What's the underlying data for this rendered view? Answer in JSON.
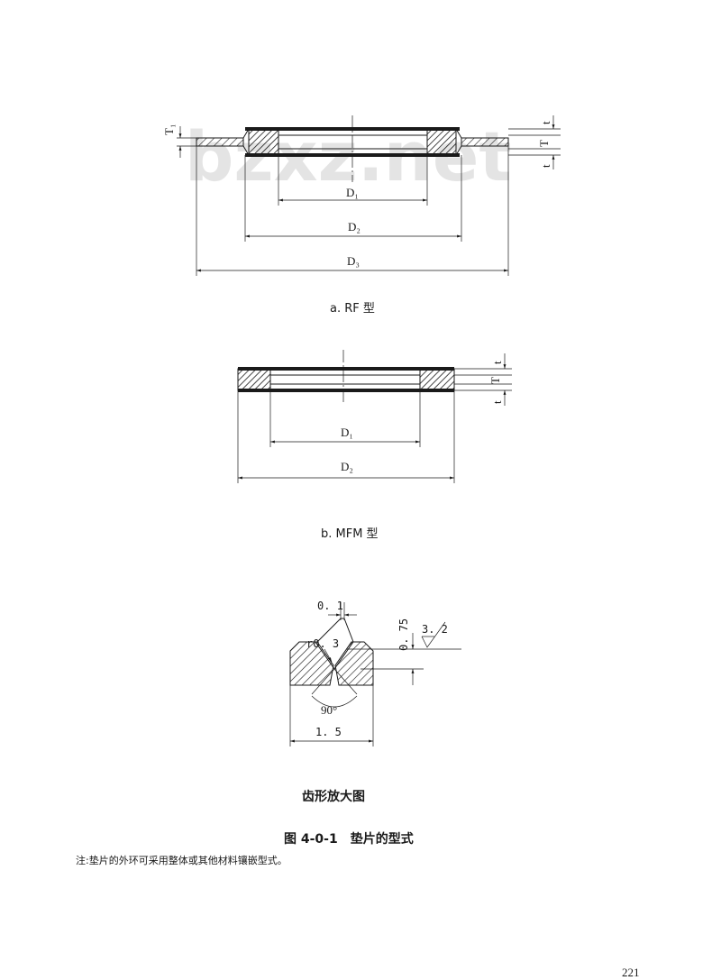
{
  "watermark": "bzxz.net",
  "figure_a": {
    "caption": "a. RF 型",
    "labels": {
      "T1": "T₁",
      "T": "T",
      "t_top": "t",
      "t_bottom": "t",
      "D1": "D₁",
      "D2": "D₂",
      "D3": "D₃"
    }
  },
  "figure_b": {
    "caption": "b. MFM 型",
    "labels": {
      "T": "T",
      "t_top": "t",
      "t_bottom": "t",
      "D1": "D₁",
      "D2": "D₂"
    }
  },
  "tooth_detail": {
    "caption": "齿形放大图",
    "labels": {
      "dim_0_1": "0. 1",
      "r": "r0. 3",
      "dim_0_75": "0. 75",
      "roughness": "3. 2",
      "angle": "90°",
      "pitch": "1. 5"
    }
  },
  "figure_title": "图 4-0-1　垫片的型式",
  "note": "注:垫片的外环可采用整体或其他材料镶嵌型式。",
  "page_number": "221"
}
